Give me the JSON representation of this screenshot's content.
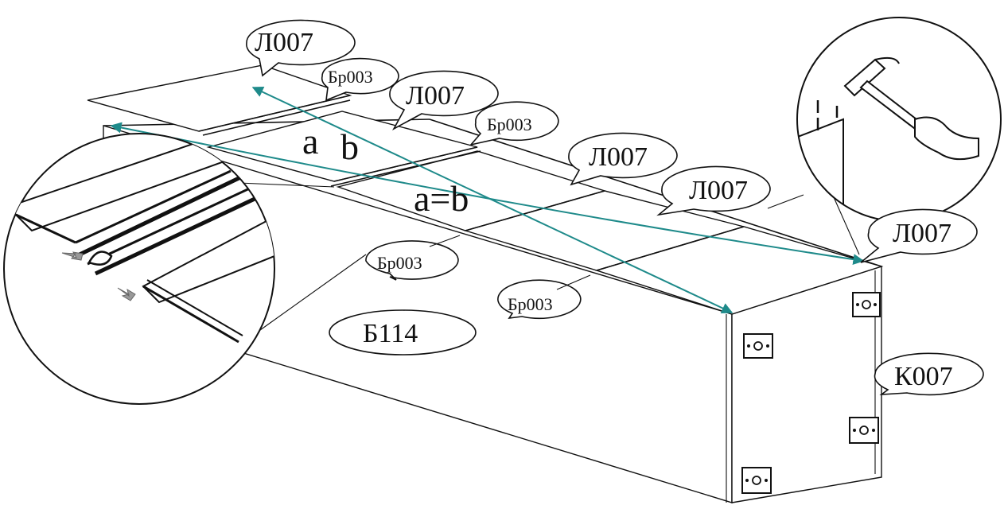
{
  "labels": {
    "top_panel_left": "Л007",
    "top_panel_mid": "Л007",
    "top_panel_right1": "Л007",
    "top_panel_right2": "Л007",
    "top_panel_corner": "Л007",
    "profile_a": "Бр003",
    "profile_b": "Бр003",
    "profile_c": "Бр003",
    "profile_d": "Бр003",
    "base_box": "Б114",
    "side_panel": "К007"
  },
  "diagonals": {
    "a_label": "a",
    "b_label": "b",
    "equality": "a=b"
  },
  "colors": {
    "diagonal_arrow": "#1e8a8a",
    "line": "#111111",
    "hint_arrow": "#999999"
  },
  "icons": {
    "hammer": "hammer-icon",
    "mount_plate": "mounting-bracket-icon",
    "hint_arrow": "push-arrow-icon"
  }
}
